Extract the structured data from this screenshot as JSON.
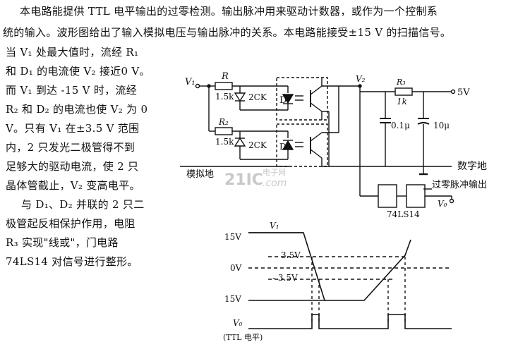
{
  "paragraphs": {
    "p1_l1": "本电路能提供 TTL 电平输出的过零检测。输出脉冲用来驱动计数器，或作为一个控制系",
    "p1_l2": "统的输入。波形图给出了输入模拟电压与输出脉冲的关系。本电路能接受±15 V 的扫描信号。",
    "p2_l1": "当 V₁ 处最大值时，流经 R₁",
    "p2_l2": "和 D₁ 的电流使 V₂ 接近0 V。",
    "p2_l3": "而 V₁ 到达 -15 V 时，流经",
    "p2_l4": "R₂ 和 D₂ 的电流也使 V₂ 为 0",
    "p2_l5": "V。只有 V₁ 在±3.5 V 范围",
    "p2_l6": "内，2 只发光二极管得不到",
    "p2_l7": "足够大的驱动电流，使 2 只",
    "p2_l8": "晶体管截止，V₂ 变高电平。",
    "p3_l1": "与 D₁、D₂ 并联的 2 只二",
    "p3_l2": "极管起反相保护作用，电阻",
    "p3_l3": "R₃ 实现\"线或\"，门电路",
    "p3_l4": "74LS14 对信号进行整形。"
  },
  "circuit": {
    "v1": "V₁",
    "r1": "R",
    "r1_val": "1.5k",
    "r2": "R₂",
    "r2_val": "1.5k",
    "diode1": "2CK",
    "diode2": "2CK",
    "led1": "D",
    "led2": "D₂",
    "v2": "V₂",
    "r3": "R₃",
    "r3_val": "1k",
    "c1": "0.1μ",
    "c2": "10μ",
    "supply": "5V",
    "analog_ground": "模拟地",
    "digital_ground": "数字地",
    "output_label": "过零脉冲输出",
    "vo": "V₀",
    "ic": "74LS14"
  },
  "waveform": {
    "v1": "V₁",
    "y_15v": "15V",
    "y_0v": "0V",
    "y_neg15v": "15V",
    "pos_35": "3.5V",
    "neg_35": "- 3.5V",
    "vo": "V₀",
    "ttl": "(TTL 电平)"
  },
  "watermark": {
    "main": "21IC",
    "cn": "电子网",
    "com": ".com"
  }
}
